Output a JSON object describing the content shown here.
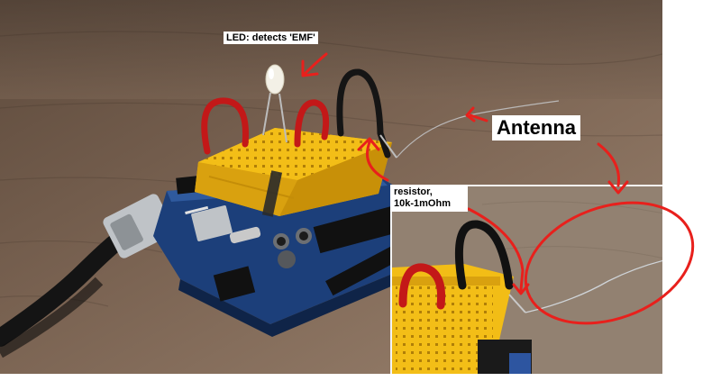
{
  "annotations": {
    "led_label": "LED: detects 'EMF'",
    "antenna_label": "Antenna",
    "resistor_label_line1": "resistor,",
    "resistor_label_line2": "10k-1mOhm"
  },
  "colors": {
    "annotation_red": "#e8201c",
    "breadboard_yellow": "#f4c21b",
    "arduino_blue": "#1c3f7a",
    "table_wood": "#6b5544"
  }
}
